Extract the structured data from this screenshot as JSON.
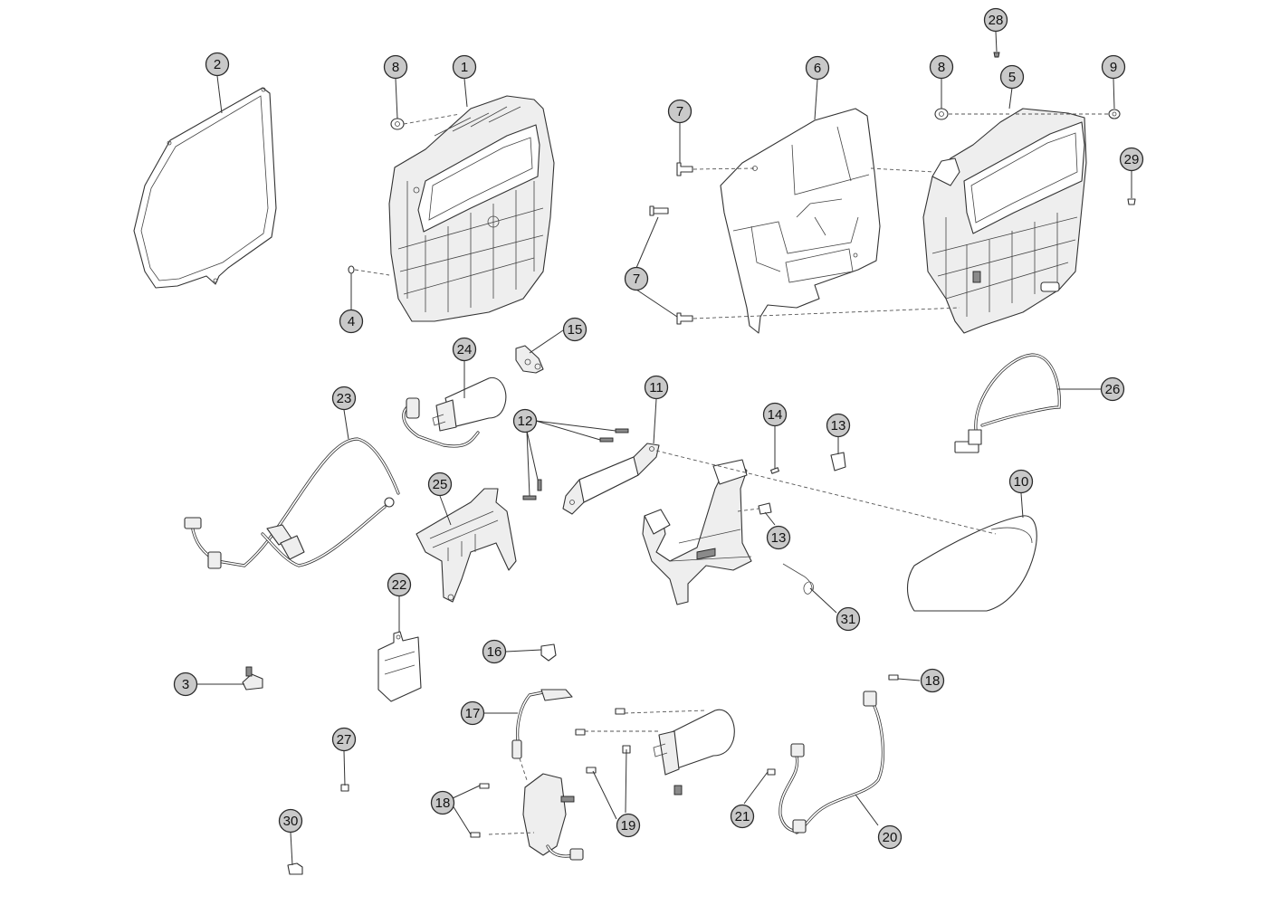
{
  "callouts": [
    {
      "id": "c2",
      "label": "2"
    },
    {
      "id": "c8a",
      "label": "8"
    },
    {
      "id": "c1",
      "label": "1"
    },
    {
      "id": "c4",
      "label": "4"
    },
    {
      "id": "c7a",
      "label": "7"
    },
    {
      "id": "c7b",
      "label": "7"
    },
    {
      "id": "c6",
      "label": "6"
    },
    {
      "id": "c28",
      "label": "28"
    },
    {
      "id": "c8b",
      "label": "8"
    },
    {
      "id": "c5",
      "label": "5"
    },
    {
      "id": "c9",
      "label": "9"
    },
    {
      "id": "c29",
      "label": "29"
    },
    {
      "id": "c24",
      "label": "24"
    },
    {
      "id": "c15",
      "label": "15"
    },
    {
      "id": "c23",
      "label": "23"
    },
    {
      "id": "c12",
      "label": "12"
    },
    {
      "id": "c11",
      "label": "11"
    },
    {
      "id": "c14",
      "label": "14"
    },
    {
      "id": "c13a",
      "label": "13"
    },
    {
      "id": "c26",
      "label": "26"
    },
    {
      "id": "c25",
      "label": "25"
    },
    {
      "id": "c10",
      "label": "10"
    },
    {
      "id": "c13b",
      "label": "13"
    },
    {
      "id": "c31",
      "label": "31"
    },
    {
      "id": "c22",
      "label": "22"
    },
    {
      "id": "c16",
      "label": "16"
    },
    {
      "id": "c3",
      "label": "3"
    },
    {
      "id": "c18a",
      "label": "18"
    },
    {
      "id": "c17",
      "label": "17"
    },
    {
      "id": "c27",
      "label": "27"
    },
    {
      "id": "c21",
      "label": "21"
    },
    {
      "id": "c18b",
      "label": "18"
    },
    {
      "id": "c19",
      "label": "19"
    },
    {
      "id": "c20",
      "label": "20"
    },
    {
      "id": "c30",
      "label": "30"
    }
  ]
}
